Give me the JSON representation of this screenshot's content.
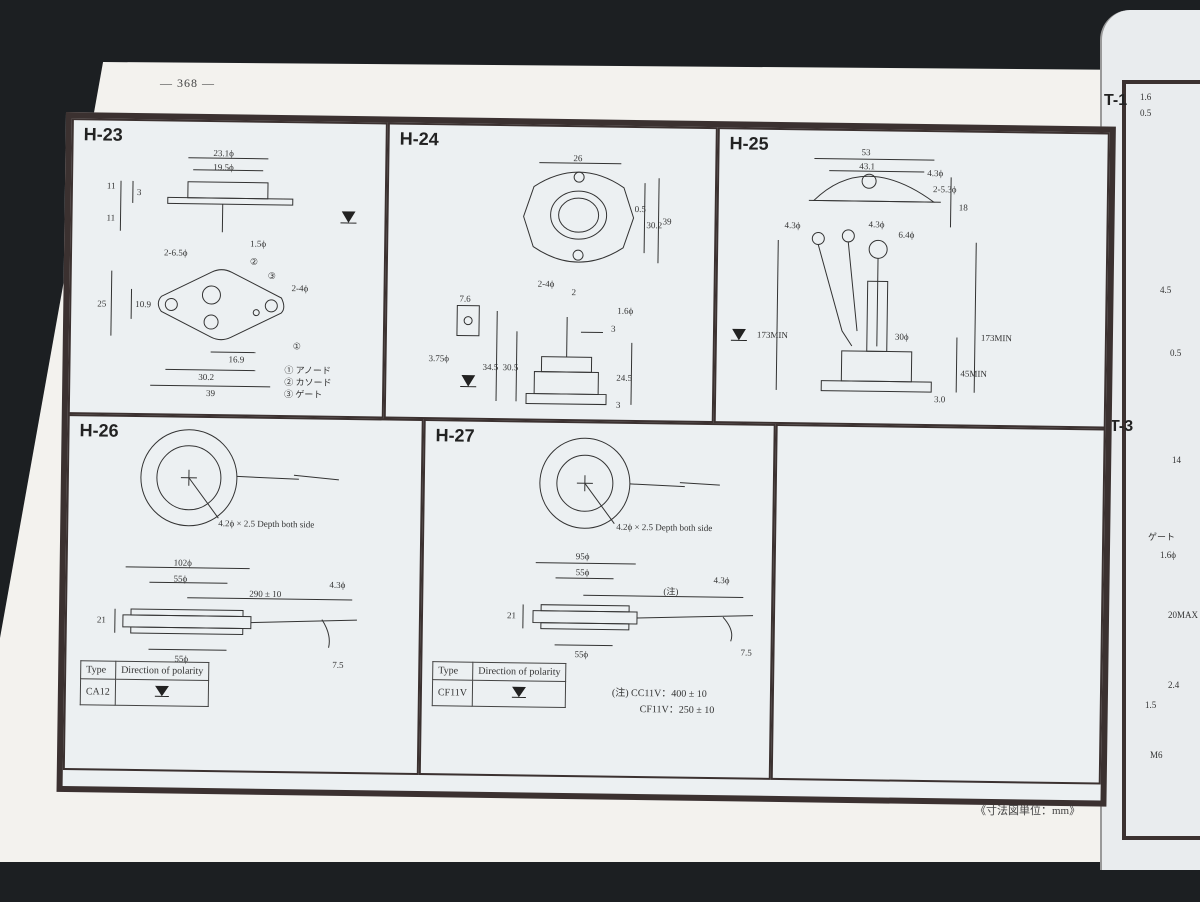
{
  "page_number": "— 368 —",
  "footer_unit": "《寸法図単位：mm》",
  "cells": {
    "h23": {
      "title": "H-23",
      "dims": [
        "23.1ϕ",
        "19.5ϕ",
        "3",
        "11",
        "11",
        "2-6.5ϕ",
        "1.5ϕ",
        "②",
        "③",
        "2-4ϕ",
        "25",
        "10.9",
        "①",
        "16.9",
        "30.2",
        "39"
      ],
      "legend": [
        "① アノード",
        "② カソード",
        "③ ゲート"
      ]
    },
    "h24": {
      "title": "H-24",
      "dims": [
        "26",
        "0.5",
        "30.2",
        "39",
        "2-4ϕ",
        "2",
        "7.6",
        "1.6ϕ",
        "3",
        "3.75ϕ",
        "34.5",
        "30.5",
        "24.5",
        "3"
      ]
    },
    "h25": {
      "title": "H-25",
      "dims": [
        "53",
        "43.1",
        "4.3ϕ",
        "2-5.3ϕ",
        "4.3ϕ",
        "4.3ϕ",
        "6.4ϕ",
        "173MIN",
        "173MIN",
        "30ϕ",
        "45MIN",
        "3.0",
        "18"
      ]
    },
    "h26": {
      "title": "H-26",
      "hole_note": "4.2ϕ × 2.5  Depth both side",
      "dims": [
        "102ϕ",
        "55ϕ",
        "290 ± 10",
        "4.3ϕ",
        "21",
        "55ϕ",
        "7.5"
      ],
      "table": {
        "col1": "Type",
        "col2": "Direction of polarity",
        "type": "CA12"
      }
    },
    "h27": {
      "title": "H-27",
      "hole_note": "4.2ϕ × 2.5  Depth both side",
      "dims": [
        "95ϕ",
        "55ϕ",
        "(注)",
        "4.3ϕ",
        "21",
        "55ϕ",
        "7.5"
      ],
      "table": {
        "col1": "Type",
        "col2": "Direction of polarity",
        "type": "CF11V"
      },
      "note_lines": [
        "(注) CC11V：400 ± 10",
        "CF11V：250 ± 10"
      ]
    }
  },
  "right_page": {
    "title_top": "T-1",
    "title_bottom": "T-3",
    "labels": [
      "1.6",
      "0.5",
      "4.5",
      "0.5",
      "14",
      "ゲート",
      "1.6ϕ",
      "20MAX",
      "2.4",
      "1.5",
      "M6"
    ]
  }
}
